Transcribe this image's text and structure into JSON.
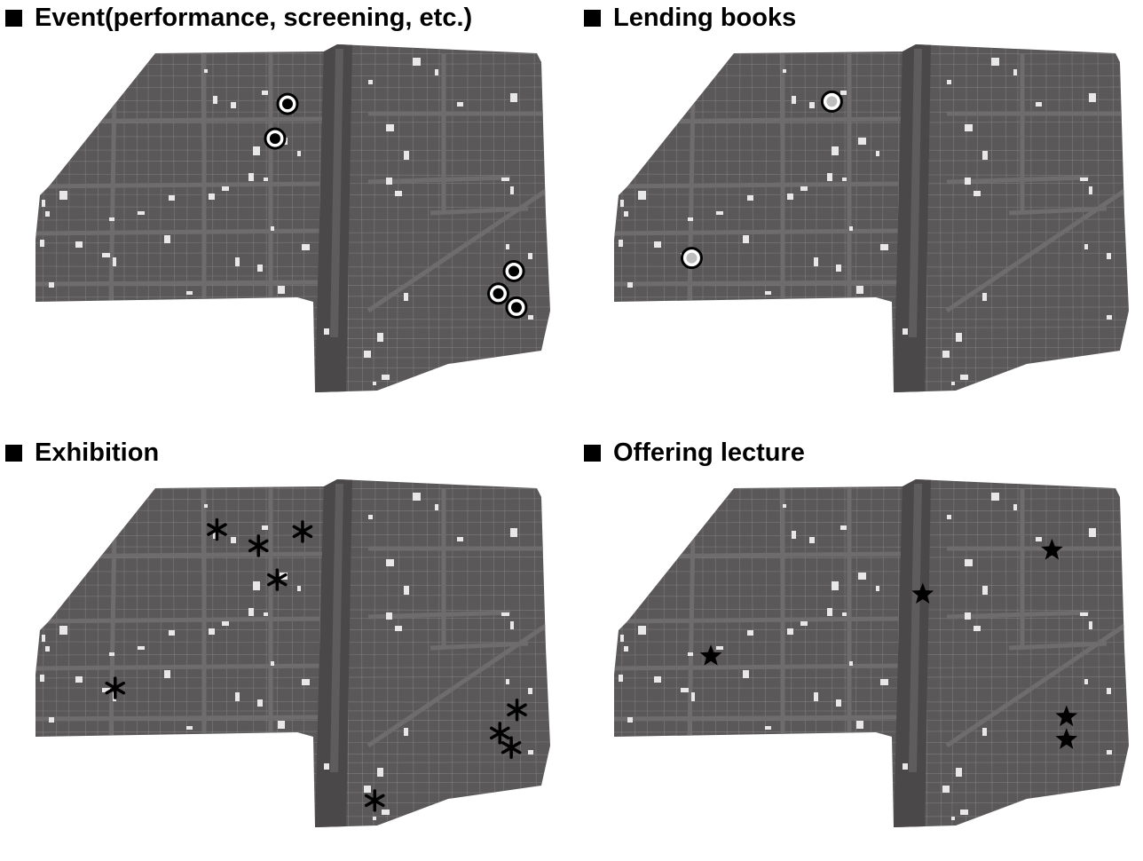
{
  "panels": [
    {
      "id": "event",
      "title": "Event(performance, screening, etc.)",
      "marker": "double-ring-dot-icon",
      "marker_color": "#000000",
      "fill_color": "#000000",
      "markers": [
        {
          "x": 0.494,
          "y": 0.172
        },
        {
          "x": 0.47,
          "y": 0.272
        },
        {
          "x": 0.93,
          "y": 0.655
        },
        {
          "x": 0.9,
          "y": 0.72
        },
        {
          "x": 0.935,
          "y": 0.76
        }
      ]
    },
    {
      "id": "lending",
      "title": "Lending books",
      "marker": "double-ring-gray-dot-icon",
      "marker_color": "#000000",
      "fill_color": "#bdbdbd",
      "markers": [
        {
          "x": 0.428,
          "y": 0.165
        },
        {
          "x": 0.158,
          "y": 0.617
        }
      ]
    },
    {
      "id": "exhibition",
      "title": "Exhibition",
      "marker": "asterisk-icon",
      "marker_color": "#000000",
      "markers": [
        {
          "x": 0.358,
          "y": 0.145
        },
        {
          "x": 0.438,
          "y": 0.192
        },
        {
          "x": 0.523,
          "y": 0.151
        },
        {
          "x": 0.474,
          "y": 0.29
        },
        {
          "x": 0.162,
          "y": 0.603
        },
        {
          "x": 0.936,
          "y": 0.666
        },
        {
          "x": 0.903,
          "y": 0.733
        },
        {
          "x": 0.925,
          "y": 0.775
        },
        {
          "x": 0.662,
          "y": 0.928
        }
      ]
    },
    {
      "id": "lecture",
      "title": "Offering lecture",
      "marker": "star-icon",
      "marker_color": "#000000",
      "markers": [
        {
          "x": 0.852,
          "y": 0.205
        },
        {
          "x": 0.603,
          "y": 0.332
        },
        {
          "x": 0.195,
          "y": 0.511
        },
        {
          "x": 0.88,
          "y": 0.686
        },
        {
          "x": 0.88,
          "y": 0.752
        }
      ]
    }
  ],
  "colors": {
    "map_fill": "#5a5858",
    "road": "#6e6c6c",
    "main_road": "#4a4848",
    "main_road_center": "#5e5c5c",
    "block_line": "#9a9898",
    "white_lot": "#e8e8e8"
  }
}
